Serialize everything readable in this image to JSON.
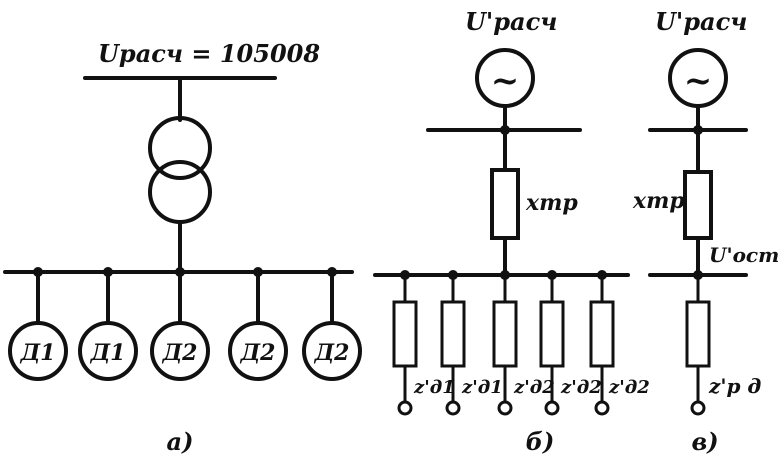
{
  "diagram_a": {
    "voltage_label": "Uрасч = 105008",
    "motors": [
      "Д1",
      "Д1",
      "Д2",
      "Д2",
      "Д2"
    ],
    "caption": "а)"
  },
  "diagram_b": {
    "source_label": "U'расч",
    "transformer_label": "xтр",
    "impedances": [
      "z'д1",
      "z'д1",
      "z'д2",
      "z'д2",
      "z'д2"
    ],
    "caption": "б)"
  },
  "diagram_c": {
    "source_label": "U'расч",
    "transformer_label": "xтр",
    "residual_label": "U'ост",
    "load_label": "z'р д",
    "caption": "в)"
  },
  "source_symbol": "~"
}
